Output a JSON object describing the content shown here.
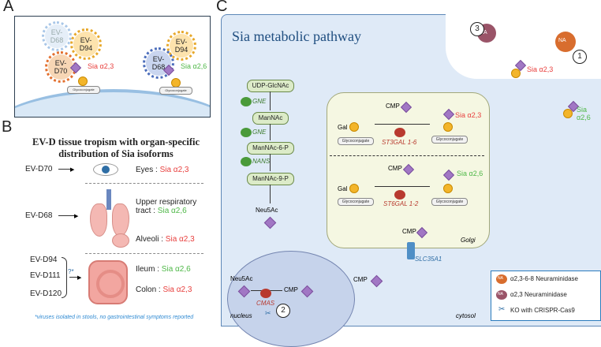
{
  "panels": {
    "a": "A",
    "b": "B",
    "c": "C"
  },
  "panel_a": {
    "viruses": [
      "EV-\nD68",
      "EV-\nD94",
      "EV-\nD70",
      "EV-\nD68",
      "EV-\nD94"
    ],
    "sia_a23": "Sia α2,3",
    "sia_a26": "Sia α2,6",
    "glyco": "Glycoconjugate"
  },
  "panel_b": {
    "title_line1": "EV-D tissue tropism with organ-specific",
    "title_line2": "distribution of Sia isoforms",
    "d70": "EV-D70",
    "eyes": "Eyes : ",
    "eyes_sia": "Sia α2,3",
    "d68": "EV-D68",
    "upper1": "Upper respiratory",
    "upper2": "tract : ",
    "upper_sia": "Sia α2,6",
    "alveoli": "Alveoli : ",
    "alveoli_sia": "Sia α2,3",
    "d94": "EV-D94",
    "d111": "EV-D111",
    "d120": "EV-D120",
    "question": "?*",
    "ileum": "Ileum : ",
    "ileum_sia": "Sia α2,6",
    "colon": "Colon : ",
    "colon_sia": "Sia α2,3",
    "footnote": "*viruses isolated in stools, no gastrointestinal symptoms reported"
  },
  "panel_c": {
    "title": "Sia metabolic pathway",
    "pathway": [
      "UDP-GlcNAc",
      "ManNAc",
      "ManNAc-6-P",
      "ManNAc-9-P"
    ],
    "enzymes": [
      "GNE",
      "GNE",
      "NANS"
    ],
    "neu5ac": "Neu5Ac",
    "nucleus_neu5ac": "Neu5Ac",
    "cmp_nucleus": "CMP",
    "cmas": "CMAS",
    "nucleus": "nucleus",
    "cmp_cytosol": "CMP",
    "cmp_transport": "CMP",
    "slc": "SLC35A1",
    "golgi": "Golgi",
    "cytosol": "cytosol",
    "gal1": "Gal",
    "gal2": "Gal",
    "cmp_g1": "CMP",
    "cmp_g2": "CMP",
    "glyco": "Glycoconjugate",
    "st3": "ST3GAL 1-6",
    "st6": "ST6GAL 1-2",
    "sia_a23": "Sia α2,3",
    "sia_a26": "Sia α2,6",
    "na1": "NA",
    "na3": "NA",
    "num1": "1",
    "num2": "2",
    "num3": "3",
    "surface_a23": "Sia α2,3",
    "surface_a26": "Sia α2,6"
  },
  "legend": {
    "item1": "α2,3-6-8 Neuraminidase",
    "item2": "α2,3 Neuraminidase",
    "item3": "KO with CRISPR-Cas9",
    "na": "NA"
  },
  "colors": {
    "sia_a23": "#e8413f",
    "sia_a26": "#4fb848",
    "sia_mark": "#a177c4",
    "gal": "#f3b52a",
    "membrane": "#98bfe2"
  }
}
